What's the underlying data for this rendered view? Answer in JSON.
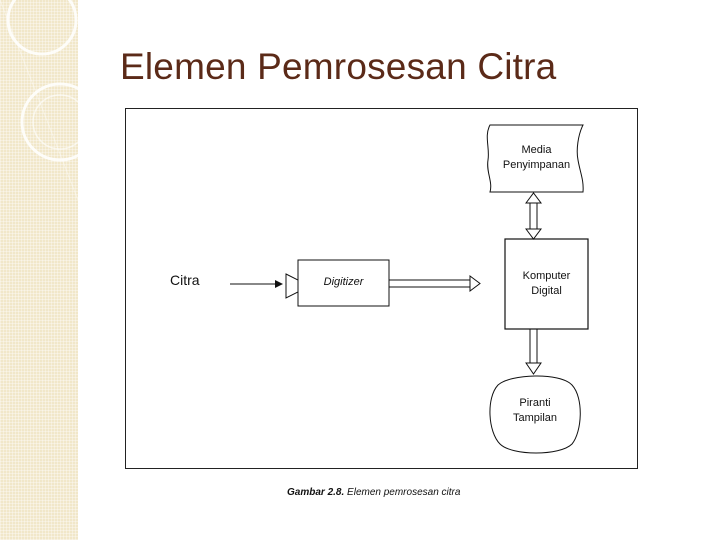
{
  "slide": {
    "title": "Elemen Pemrosesan Citra"
  },
  "diagram": {
    "input_label": "Citra",
    "digitizer_label": "Digitizer",
    "computer_line1": "Komputer",
    "computer_line2": "Digital",
    "storage_line1": "Media",
    "storage_line2": "Penyimpanan",
    "display_line1": "Piranti",
    "display_line2": "Tampilan"
  },
  "caption": {
    "prefix": "Gambar 2.8.",
    "text": "Elemen pemrosesan citra"
  }
}
